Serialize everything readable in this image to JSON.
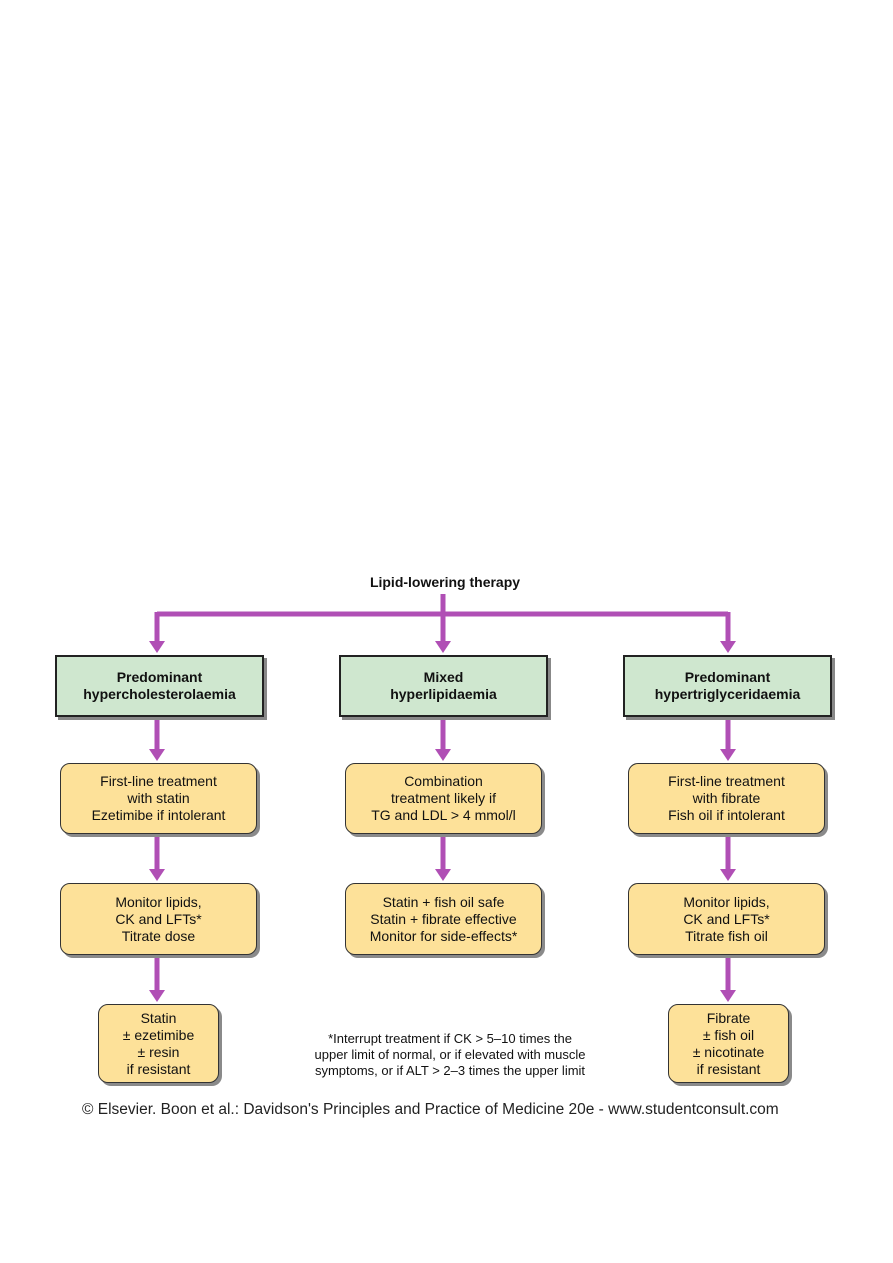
{
  "title": "Lipid-lowering therapy",
  "colors": {
    "connector": "#b04fb5",
    "head_fill": "#cfe7cf",
    "step_fill": "#fde199"
  },
  "columns": [
    {
      "heading": [
        "Predominant",
        "hypercholesterolaemia"
      ],
      "steps": [
        [
          "First-line treatment",
          "with statin",
          "Ezetimibe if intolerant"
        ],
        [
          "Monitor lipids,",
          "CK and LFTs*",
          "Titrate dose"
        ],
        [
          "Statin",
          "± ezetimibe",
          "± resin",
          "if resistant"
        ]
      ]
    },
    {
      "heading": [
        "Mixed",
        "hyperlipidaemia"
      ],
      "steps": [
        [
          "Combination",
          "treatment likely if",
          "TG and LDL > 4 mmol/l"
        ],
        [
          "Statin + fish oil safe",
          "Statin + fibrate effective",
          "Monitor for side-effects*"
        ]
      ]
    },
    {
      "heading": [
        "Predominant",
        "hypertriglyceridaemia"
      ],
      "steps": [
        [
          "First-line treatment",
          "with fibrate",
          "Fish oil if intolerant"
        ],
        [
          "Monitor lipids,",
          "CK and LFTs*",
          "Titrate fish oil"
        ],
        [
          "Fibrate",
          "± fish oil",
          "± nicotinate",
          "if resistant"
        ]
      ]
    }
  ],
  "footnote": [
    "*Interrupt treatment if CK > 5–10 times the",
    "upper limit of normal, or if elevated with muscle",
    "symptoms, or if ALT > 2–3 times the upper limit"
  ],
  "copyright": "© Elsevier. Boon et al.: Davidson's Principles and Practice of Medicine 20e - www.studentconsult.com"
}
